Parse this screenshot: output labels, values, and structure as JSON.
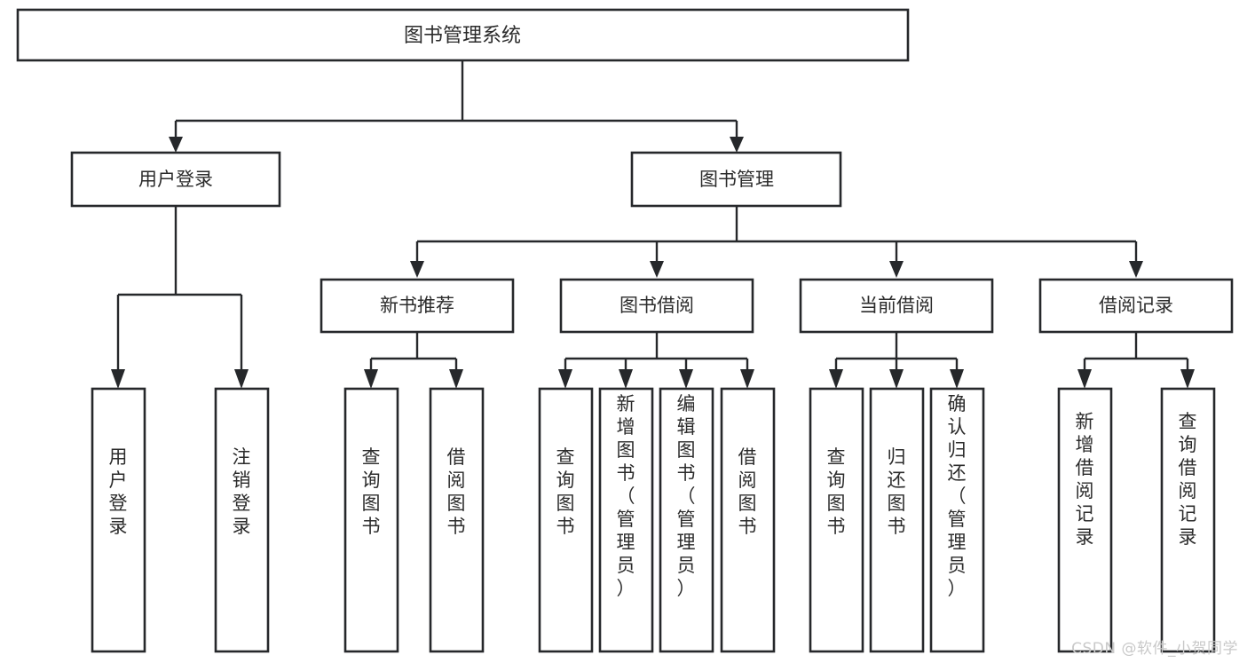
{
  "diagram": {
    "type": "tree-flowchart",
    "title_node": {
      "id": "root",
      "label": "图书管理系统"
    },
    "level2": [
      {
        "id": "user-login",
        "label": "用户登录"
      },
      {
        "id": "book-management",
        "label": "图书管理"
      }
    ],
    "level3": [
      {
        "id": "new-book-recommend",
        "label": "新书推荐",
        "parent": "book-management"
      },
      {
        "id": "book-borrow",
        "label": "图书借阅",
        "parent": "book-management"
      },
      {
        "id": "current-borrow",
        "label": "当前借阅",
        "parent": "book-management"
      },
      {
        "id": "borrow-record",
        "label": "借阅记录",
        "parent": "book-management"
      }
    ],
    "leaves": [
      {
        "id": "leaf-user-login",
        "label": "用户登录",
        "parent": "user-login"
      },
      {
        "id": "leaf-logout-login",
        "label": "注销登录",
        "parent": "user-login"
      },
      {
        "id": "leaf-query-book-1",
        "label": "查询图书",
        "parent": "new-book-recommend"
      },
      {
        "id": "leaf-borrow-book-1",
        "label": "借阅图书",
        "parent": "new-book-recommend"
      },
      {
        "id": "leaf-query-book-2",
        "label": "查询图书",
        "parent": "book-borrow"
      },
      {
        "id": "leaf-add-book",
        "label": "新增图书（管理员）",
        "parent": "book-borrow"
      },
      {
        "id": "leaf-edit-book",
        "label": "编辑图书（管理员）",
        "parent": "book-borrow"
      },
      {
        "id": "leaf-borrow-book-2",
        "label": "借阅图书",
        "parent": "book-borrow"
      },
      {
        "id": "leaf-query-book-3",
        "label": "查询图书",
        "parent": "current-borrow"
      },
      {
        "id": "leaf-return-book",
        "label": "归还图书",
        "parent": "current-borrow"
      },
      {
        "id": "leaf-confirm-return",
        "label": "确认归还（管理员）",
        "parent": "current-borrow"
      },
      {
        "id": "leaf-add-record",
        "label": "新增借阅记录",
        "parent": "borrow-record"
      },
      {
        "id": "leaf-query-record",
        "label": "查询借阅记录",
        "parent": "borrow-record"
      }
    ]
  },
  "watermark": {
    "text": "CSDN @软件_小贺同学"
  },
  "colors": {
    "stroke": "#26282b",
    "text": "#2b2b2b",
    "background": "#ffffff",
    "watermark": "#c9c9c9"
  }
}
